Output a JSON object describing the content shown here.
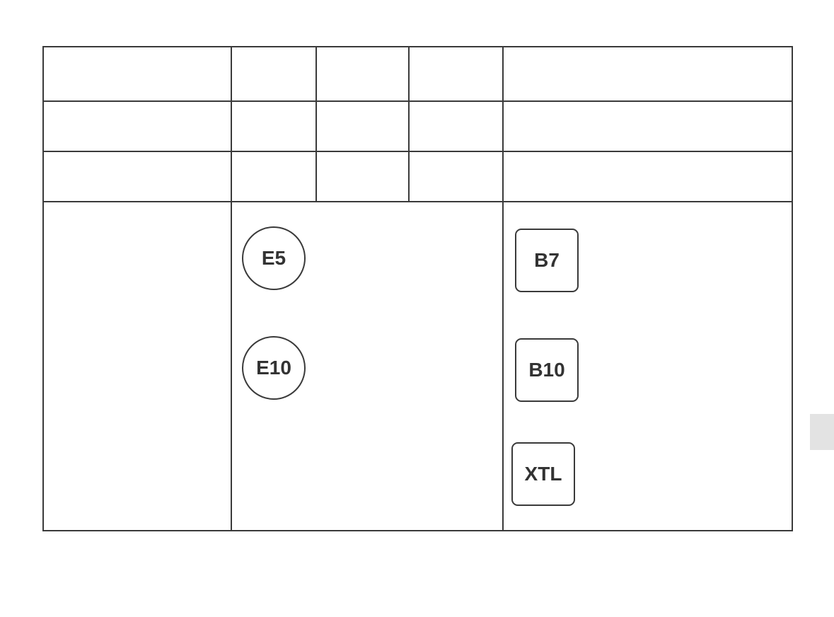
{
  "fuel_labels": {
    "petrol": [
      "E5",
      "E10"
    ],
    "diesel": [
      "B7",
      "B10",
      "XTL"
    ]
  },
  "colors": {
    "border": "#3a3a3a",
    "label_text": "#333333",
    "page_tab": "#e3e3e3"
  }
}
